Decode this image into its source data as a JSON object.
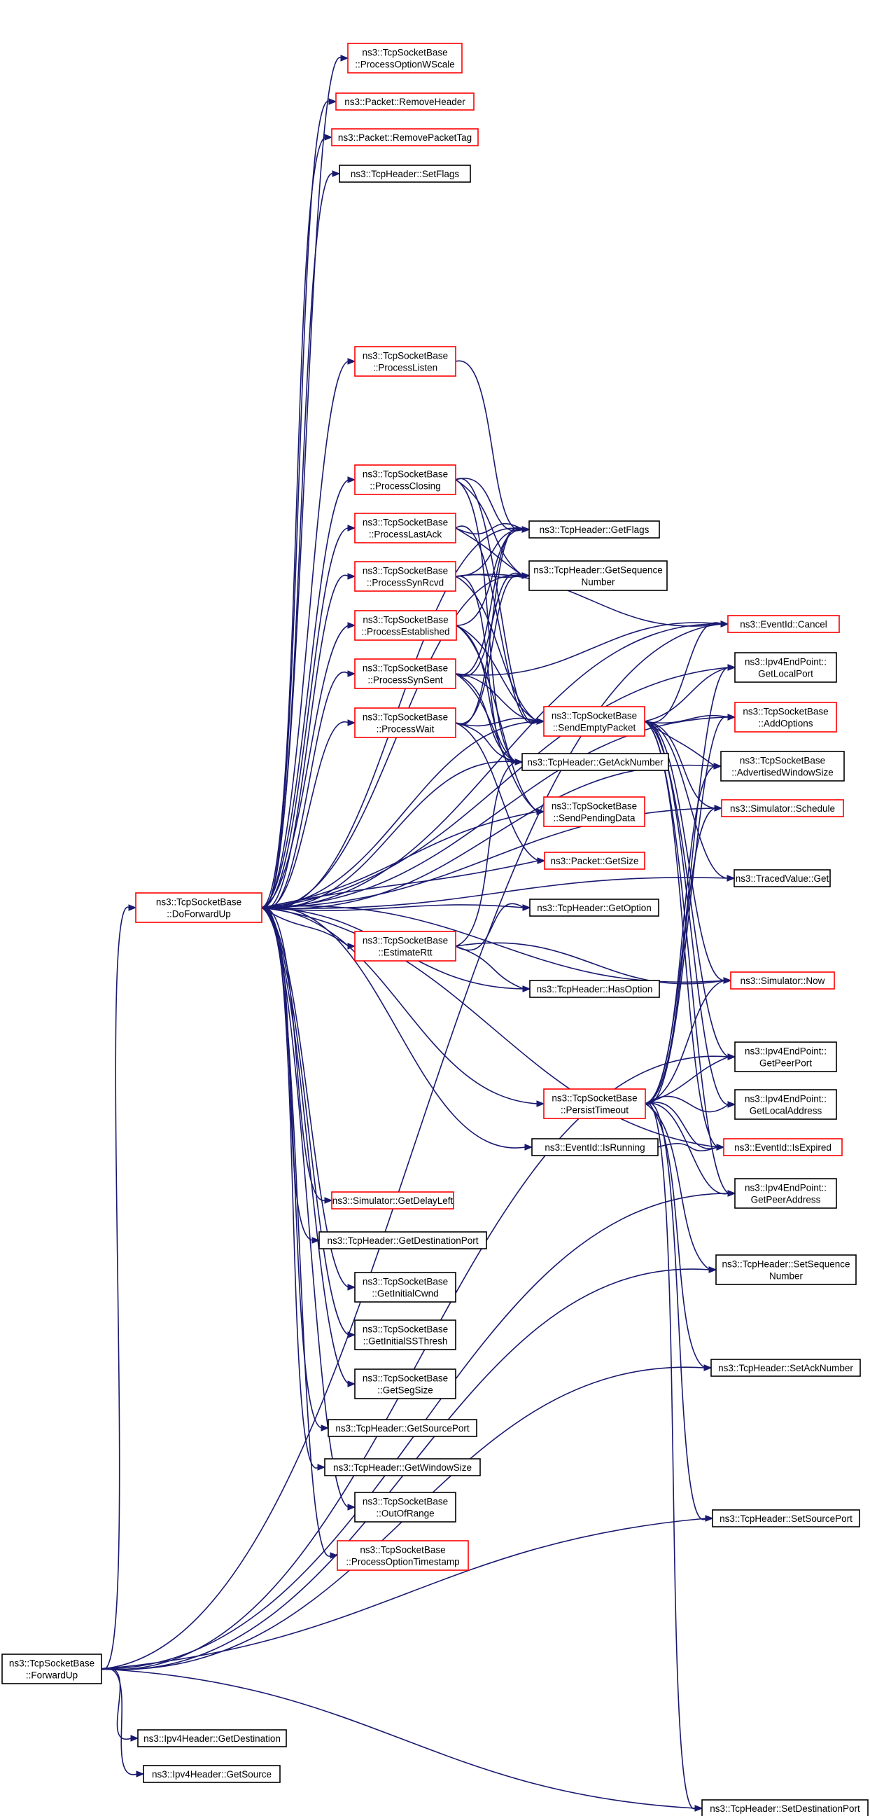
{
  "colors": {
    "edge": "#191970",
    "border_normal": "#000000",
    "border_linked": "#ff0000",
    "root_fill": "#bfbfbf",
    "node_fill": "#ffffff"
  },
  "nodes": [
    {
      "id": "forwardup",
      "lines": [
        "ns3::TcpSocketBase",
        "::ForwardUp"
      ],
      "style": "root"
    },
    {
      "id": "doforwardup",
      "lines": [
        "ns3::TcpSocketBase",
        "::DoForwardUp"
      ],
      "style": "linked"
    },
    {
      "id": "getdestination",
      "lines": [
        "ns3::Ipv4Header::GetDestination"
      ],
      "style": "normal"
    },
    {
      "id": "getsource",
      "lines": [
        "ns3::Ipv4Header::GetSource"
      ],
      "style": "normal"
    },
    {
      "id": "pownscale",
      "lines": [
        "ns3::TcpSocketBase",
        "::ProcessOptionWScale"
      ],
      "style": "linked"
    },
    {
      "id": "removeheader",
      "lines": [
        "ns3::Packet::RemoveHeader"
      ],
      "style": "linked"
    },
    {
      "id": "removepackettag",
      "lines": [
        "ns3::Packet::RemovePacketTag"
      ],
      "style": "linked"
    },
    {
      "id": "setflags",
      "lines": [
        "ns3::TcpHeader::SetFlags"
      ],
      "style": "normal"
    },
    {
      "id": "plisten",
      "lines": [
        "ns3::TcpSocketBase",
        "::ProcessListen"
      ],
      "style": "linked"
    },
    {
      "id": "pclosing",
      "lines": [
        "ns3::TcpSocketBase",
        "::ProcessClosing"
      ],
      "style": "linked"
    },
    {
      "id": "plastack",
      "lines": [
        "ns3::TcpSocketBase",
        "::ProcessLastAck"
      ],
      "style": "linked"
    },
    {
      "id": "psynrcvd",
      "lines": [
        "ns3::TcpSocketBase",
        "::ProcessSynRcvd"
      ],
      "style": "linked"
    },
    {
      "id": "pestablished",
      "lines": [
        "ns3::TcpSocketBase",
        "::ProcessEstablished"
      ],
      "style": "linked"
    },
    {
      "id": "psynsent",
      "lines": [
        "ns3::TcpSocketBase",
        "::ProcessSynSent"
      ],
      "style": "linked"
    },
    {
      "id": "pwait",
      "lines": [
        "ns3::TcpSocketBase",
        "::ProcessWait"
      ],
      "style": "linked"
    },
    {
      "id": "estimatertt",
      "lines": [
        "ns3::TcpSocketBase",
        "::EstimateRtt"
      ],
      "style": "linked"
    },
    {
      "id": "persisttimeout",
      "lines": [
        "ns3::TcpSocketBase",
        "::PersistTimeout"
      ],
      "style": "linked"
    },
    {
      "id": "getflags",
      "lines": [
        "ns3::TcpHeader::GetFlags"
      ],
      "style": "normal"
    },
    {
      "id": "getseq",
      "lines": [
        "ns3::TcpHeader::GetSequence",
        "Number"
      ],
      "style": "normal"
    },
    {
      "id": "sendempty",
      "lines": [
        "ns3::TcpSocketBase",
        "::SendEmptyPacket"
      ],
      "style": "linked"
    },
    {
      "id": "getack",
      "lines": [
        "ns3::TcpHeader::GetAckNumber"
      ],
      "style": "normal"
    },
    {
      "id": "sendpending",
      "lines": [
        "ns3::TcpSocketBase",
        "::SendPendingData"
      ],
      "style": "linked"
    },
    {
      "id": "getsize",
      "lines": [
        "ns3::Packet::GetSize"
      ],
      "style": "linked"
    },
    {
      "id": "getoption",
      "lines": [
        "ns3::TcpHeader::GetOption"
      ],
      "style": "normal"
    },
    {
      "id": "hasoption",
      "lines": [
        "ns3::TcpHeader::HasOption"
      ],
      "style": "normal"
    },
    {
      "id": "isrunning",
      "lines": [
        "ns3::EventId::IsRunning"
      ],
      "style": "normal"
    },
    {
      "id": "cancel",
      "lines": [
        "ns3::EventId::Cancel"
      ],
      "style": "linked"
    },
    {
      "id": "getlocalport",
      "lines": [
        "ns3::Ipv4EndPoint::",
        "GetLocalPort"
      ],
      "style": "normal"
    },
    {
      "id": "addoptions",
      "lines": [
        "ns3::TcpSocketBase",
        "::AddOptions"
      ],
      "style": "linked"
    },
    {
      "id": "advwin",
      "lines": [
        "ns3::TcpSocketBase",
        "::AdvertisedWindowSize"
      ],
      "style": "normal"
    },
    {
      "id": "schedule",
      "lines": [
        "ns3::Simulator::Schedule"
      ],
      "style": "linked"
    },
    {
      "id": "tracedget",
      "lines": [
        "ns3::TracedValue::Get"
      ],
      "style": "normal"
    },
    {
      "id": "now",
      "lines": [
        "ns3::Simulator::Now"
      ],
      "style": "linked"
    },
    {
      "id": "getpeerport",
      "lines": [
        "ns3::Ipv4EndPoint::",
        "GetPeerPort"
      ],
      "style": "normal"
    },
    {
      "id": "getlocaladdr",
      "lines": [
        "ns3::Ipv4EndPoint::",
        "GetLocalAddress"
      ],
      "style": "normal"
    },
    {
      "id": "isexpired",
      "lines": [
        "ns3::EventId::IsExpired"
      ],
      "style": "linked"
    },
    {
      "id": "getpeeraddr",
      "lines": [
        "ns3::Ipv4EndPoint::",
        "GetPeerAddress"
      ],
      "style": "normal"
    },
    {
      "id": "getdelayleft",
      "lines": [
        "ns3::Simulator::GetDelayLeft"
      ],
      "style": "linked"
    },
    {
      "id": "getdestport",
      "lines": [
        "ns3::TcpHeader::GetDestinationPort"
      ],
      "style": "normal"
    },
    {
      "id": "getinitcwnd",
      "lines": [
        "ns3::TcpSocketBase",
        "::GetInitialCwnd"
      ],
      "style": "normal"
    },
    {
      "id": "getinitss",
      "lines": [
        "ns3::TcpSocketBase",
        "::GetInitialSSThresh"
      ],
      "style": "normal"
    },
    {
      "id": "getsegsize",
      "lines": [
        "ns3::TcpSocketBase",
        "::GetSegSize"
      ],
      "style": "normal"
    },
    {
      "id": "getsourceport",
      "lines": [
        "ns3::TcpHeader::GetSourcePort"
      ],
      "style": "normal"
    },
    {
      "id": "getwindowsize",
      "lines": [
        "ns3::TcpHeader::GetWindowSize"
      ],
      "style": "normal"
    },
    {
      "id": "outofrange",
      "lines": [
        "ns3::TcpSocketBase",
        "::OutOfRange"
      ],
      "style": "normal"
    },
    {
      "id": "potimestamp",
      "lines": [
        "ns3::TcpSocketBase",
        "::ProcessOptionTimestamp"
      ],
      "style": "linked"
    },
    {
      "id": "setseq",
      "lines": [
        "ns3::TcpHeader::SetSequence",
        "Number"
      ],
      "style": "normal"
    },
    {
      "id": "setack",
      "lines": [
        "ns3::TcpHeader::SetAckNumber"
      ],
      "style": "normal"
    },
    {
      "id": "setsourceport",
      "lines": [
        "ns3::TcpHeader::SetSourcePort"
      ],
      "style": "normal"
    },
    {
      "id": "setdestport",
      "lines": [
        "ns3::TcpHeader::SetDestinationPort"
      ],
      "style": "normal"
    }
  ],
  "edges": [
    [
      "forwardup",
      "doforwardup"
    ],
    [
      "forwardup",
      "getdestination"
    ],
    [
      "forwardup",
      "getsource"
    ],
    [
      "forwardup",
      "getpeeraddr"
    ],
    [
      "forwardup",
      "getpeerport"
    ],
    [
      "forwardup",
      "setseq"
    ],
    [
      "forwardup",
      "setack"
    ],
    [
      "forwardup",
      "setsourceport"
    ],
    [
      "forwardup",
      "setdestport"
    ],
    [
      "forwardup",
      "cancel"
    ],
    [
      "doforwardup",
      "pownscale"
    ],
    [
      "doforwardup",
      "removeheader"
    ],
    [
      "doforwardup",
      "removepackettag"
    ],
    [
      "doforwardup",
      "setflags"
    ],
    [
      "doforwardup",
      "plisten"
    ],
    [
      "doforwardup",
      "pclosing"
    ],
    [
      "doforwardup",
      "plastack"
    ],
    [
      "doforwardup",
      "psynrcvd"
    ],
    [
      "doforwardup",
      "pestablished"
    ],
    [
      "doforwardup",
      "psynsent"
    ],
    [
      "doforwardup",
      "pwait"
    ],
    [
      "doforwardup",
      "estimatertt"
    ],
    [
      "doforwardup",
      "persisttimeout"
    ],
    [
      "doforwardup",
      "getflags"
    ],
    [
      "doforwardup",
      "getseq"
    ],
    [
      "doforwardup",
      "sendempty"
    ],
    [
      "doforwardup",
      "getack"
    ],
    [
      "doforwardup",
      "sendpending"
    ],
    [
      "doforwardup",
      "getsize"
    ],
    [
      "doforwardup",
      "getoption"
    ],
    [
      "doforwardup",
      "hasoption"
    ],
    [
      "doforwardup",
      "isrunning"
    ],
    [
      "doforwardup",
      "cancel"
    ],
    [
      "doforwardup",
      "getlocalport"
    ],
    [
      "doforwardup",
      "addoptions"
    ],
    [
      "doforwardup",
      "advwin"
    ],
    [
      "doforwardup",
      "schedule"
    ],
    [
      "doforwardup",
      "tracedget"
    ],
    [
      "doforwardup",
      "now"
    ],
    [
      "doforwardup",
      "isexpired"
    ],
    [
      "doforwardup",
      "getdelayleft"
    ],
    [
      "doforwardup",
      "getdestport"
    ],
    [
      "doforwardup",
      "getinitcwnd"
    ],
    [
      "doforwardup",
      "getinitss"
    ],
    [
      "doforwardup",
      "getsegsize"
    ],
    [
      "doforwardup",
      "getsourceport"
    ],
    [
      "doforwardup",
      "getwindowsize"
    ],
    [
      "doforwardup",
      "outofrange"
    ],
    [
      "doforwardup",
      "potimestamp"
    ],
    [
      "plisten",
      "getflags"
    ],
    [
      "pclosing",
      "getflags"
    ],
    [
      "pclosing",
      "getseq"
    ],
    [
      "pclosing",
      "sendempty"
    ],
    [
      "pclosing",
      "getack"
    ],
    [
      "plastack",
      "getflags"
    ],
    [
      "plastack",
      "getseq"
    ],
    [
      "plastack",
      "sendempty"
    ],
    [
      "psynrcvd",
      "getflags"
    ],
    [
      "psynrcvd",
      "getseq"
    ],
    [
      "psynrcvd",
      "sendempty"
    ],
    [
      "psynrcvd",
      "getack"
    ],
    [
      "psynrcvd",
      "cancel"
    ],
    [
      "pestablished",
      "getflags"
    ],
    [
      "pestablished",
      "sendempty"
    ],
    [
      "pestablished",
      "getack"
    ],
    [
      "pestablished",
      "sendpending"
    ],
    [
      "psynsent",
      "getflags"
    ],
    [
      "psynsent",
      "getseq"
    ],
    [
      "psynsent",
      "sendempty"
    ],
    [
      "psynsent",
      "getack"
    ],
    [
      "psynsent",
      "sendpending"
    ],
    [
      "psynsent",
      "cancel"
    ],
    [
      "pwait",
      "getflags"
    ],
    [
      "pwait",
      "getseq"
    ],
    [
      "pwait",
      "sendempty"
    ],
    [
      "pwait",
      "getack"
    ],
    [
      "pwait",
      "getsize"
    ],
    [
      "estimatertt",
      "getack"
    ],
    [
      "estimatertt",
      "getoption"
    ],
    [
      "estimatertt",
      "hasoption"
    ],
    [
      "estimatertt",
      "now"
    ],
    [
      "sendempty",
      "cancel"
    ],
    [
      "sendempty",
      "getlocalport"
    ],
    [
      "sendempty",
      "addoptions"
    ],
    [
      "sendempty",
      "advwin"
    ],
    [
      "sendempty",
      "schedule"
    ],
    [
      "sendempty",
      "tracedget"
    ],
    [
      "sendempty",
      "now"
    ],
    [
      "sendempty",
      "getpeerport"
    ],
    [
      "sendempty",
      "getlocaladdr"
    ],
    [
      "sendempty",
      "isexpired"
    ],
    [
      "sendempty",
      "getpeeraddr"
    ],
    [
      "persisttimeout",
      "getlocalport"
    ],
    [
      "persisttimeout",
      "addoptions"
    ],
    [
      "persisttimeout",
      "advwin"
    ],
    [
      "persisttimeout",
      "schedule"
    ],
    [
      "persisttimeout",
      "now"
    ],
    [
      "persisttimeout",
      "getpeerport"
    ],
    [
      "persisttimeout",
      "getlocaladdr"
    ],
    [
      "persisttimeout",
      "isexpired"
    ],
    [
      "persisttimeout",
      "getpeeraddr"
    ],
    [
      "persisttimeout",
      "setseq"
    ],
    [
      "persisttimeout",
      "setack"
    ],
    [
      "persisttimeout",
      "setsourceport"
    ],
    [
      "persisttimeout",
      "setdestport"
    ],
    [
      "isrunning",
      "isexpired"
    ]
  ]
}
